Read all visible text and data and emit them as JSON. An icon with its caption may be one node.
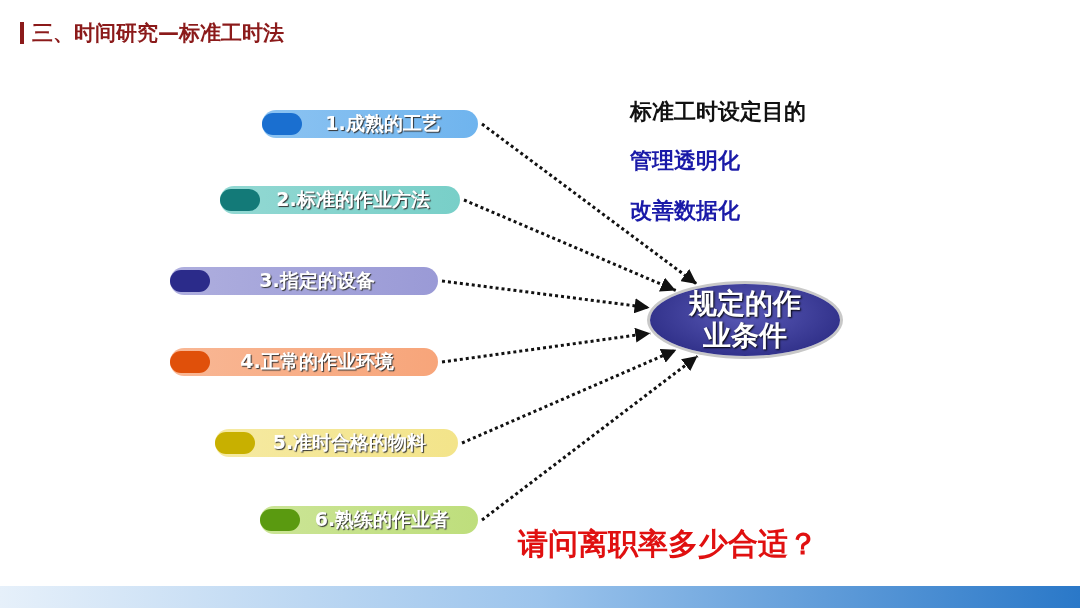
{
  "diagram": {
    "title": "三、时间研究—标准工时法",
    "nodes": [
      {
        "text": [
          "1.成熟的工艺"
        ]
      },
      {
        "text": [
          "2.标准的作业方法"
        ]
      },
      {
        "text": [
          "3.指定的设备"
        ]
      },
      {
        "text": [
          "4.正常的作业环境"
        ]
      },
      {
        "text": [
          "5.准时合格的物料"
        ]
      },
      {
        "text": [
          "6.熟练的作业者"
        ]
      },
      {
        "text": [
          "规定的作业条件"
        ]
      }
    ],
    "edges": [
      {
        "from": 0,
        "to": 6,
        "arrow": "to"
      },
      {
        "from": 1,
        "to": 6,
        "arrow": "to"
      },
      {
        "from": 2,
        "to": 6,
        "arrow": "to"
      },
      {
        "from": 3,
        "to": 6,
        "arrow": "to"
      },
      {
        "from": 4,
        "to": 6,
        "arrow": "to"
      },
      {
        "from": 5,
        "to": 6,
        "arrow": "to"
      }
    ],
    "labels": [
      "标准工时设定目的",
      "管理透明化",
      "改善数据化",
      "请问离职率多少合适？"
    ]
  }
}
